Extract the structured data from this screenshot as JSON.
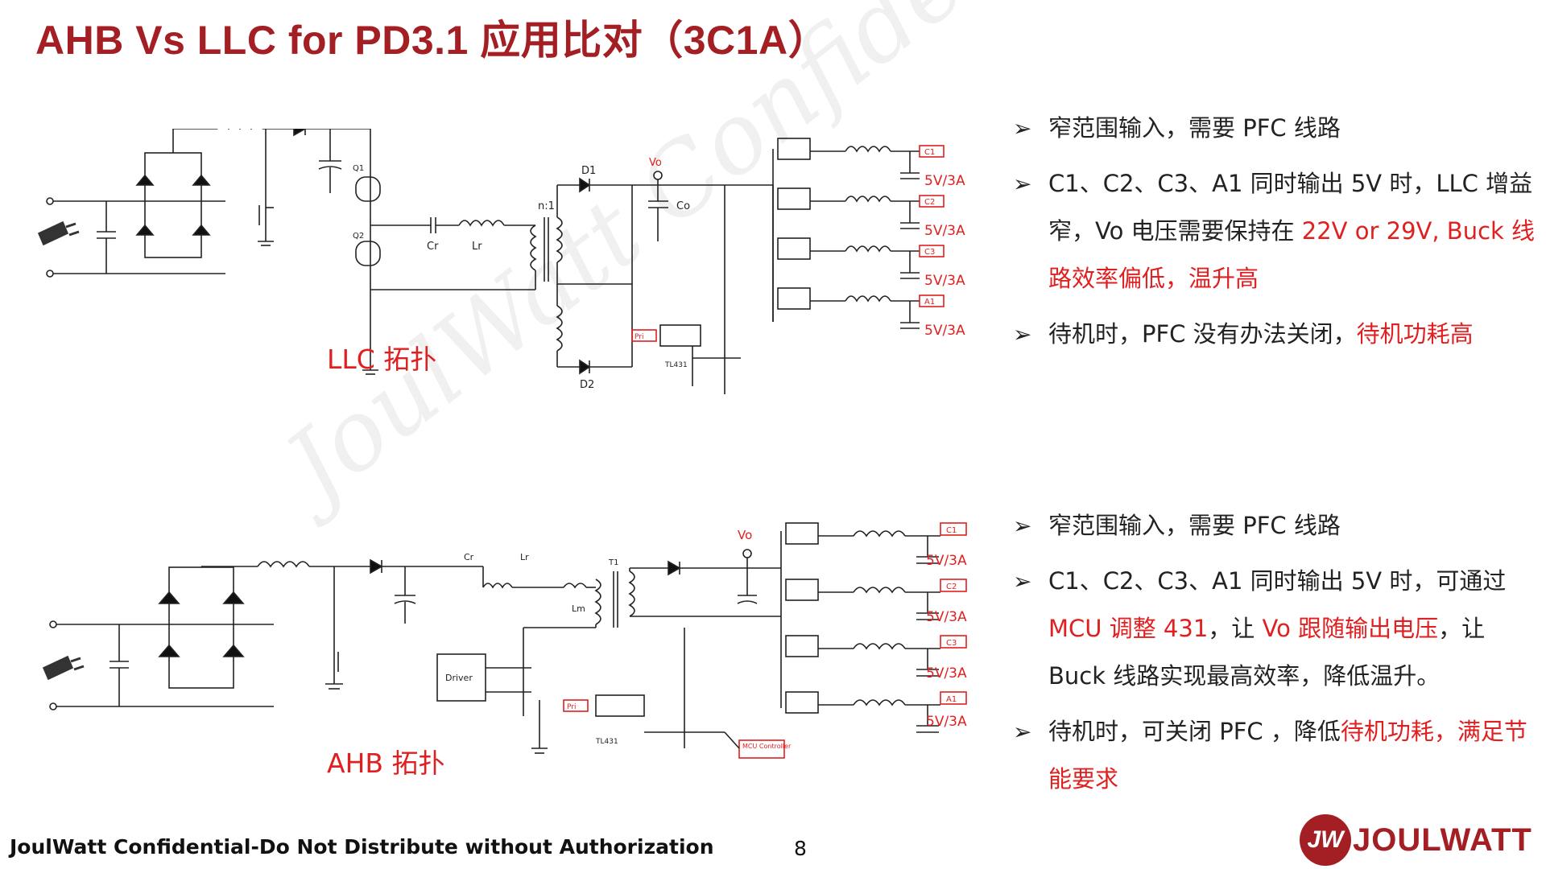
{
  "title": "AHB Vs LLC for PD3.1 应用比对（3C1A）",
  "llc": {
    "label": "LLC 拓扑",
    "bullets": [
      {
        "parts": [
          {
            "text": "窄范围输入，需要 PFC 线路",
            "red": false
          }
        ]
      },
      {
        "parts": [
          {
            "text": "C1、C2、C3、A1 同时输出 5V 时，LLC 增益窄，Vo 电压需要保持在 ",
            "red": false
          },
          {
            "text": "22V or 29V, Buck 线路效率偏低，温升高",
            "red": true
          }
        ]
      },
      {
        "parts": [
          {
            "text": "待机时，PFC 没有办法关闭，",
            "red": false
          },
          {
            "text": "待机功耗高",
            "red": true
          }
        ]
      }
    ]
  },
  "ahb": {
    "label": "AHB 拓扑",
    "bullets": [
      {
        "parts": [
          {
            "text": "窄范围输入，需要 PFC 线路",
            "red": false
          }
        ]
      },
      {
        "parts": [
          {
            "text": "C1、C2、C3、A1 同时输出 5V 时，可通过 ",
            "red": false
          },
          {
            "text": "MCU 调整 431",
            "red": true
          },
          {
            "text": "，让 ",
            "red": false
          },
          {
            "text": "Vo 跟随输出电压",
            "red": true
          },
          {
            "text": "，让 Buck 线路实现最高效率，降低温升。",
            "red": false
          }
        ]
      },
      {
        "parts": [
          {
            "text": "待机时，可关闭 PFC ，降低",
            "red": false
          },
          {
            "text": "待机功耗，满足节能要求",
            "red": true
          }
        ]
      }
    ]
  },
  "schematic_labels": {
    "vo": "Vo",
    "ports": [
      "C1",
      "C2",
      "C3",
      "A1"
    ],
    "port_rating": "5V/3A",
    "cr": "Cr",
    "lr": "Lr",
    "co": "Co",
    "ratio": "n:1",
    "d1": "D1",
    "d2": "D2",
    "q1": "Q1",
    "q2": "Q2",
    "lm": "Lm",
    "t1": "T1",
    "driver": "Driver",
    "pri": "Pri",
    "tl431": "TL431",
    "mcu": "MCU Controller"
  },
  "watermark": "JoulWatt Confidential",
  "footer": {
    "confidential": "JoulWatt Confidential-Do Not Distribute without Authorization",
    "page": "8"
  },
  "logo": {
    "mark": "JW",
    "text": "JOULWATT"
  },
  "colors": {
    "title": "#a31f24",
    "highlight": "#e02020",
    "brand": "#a31f24"
  }
}
